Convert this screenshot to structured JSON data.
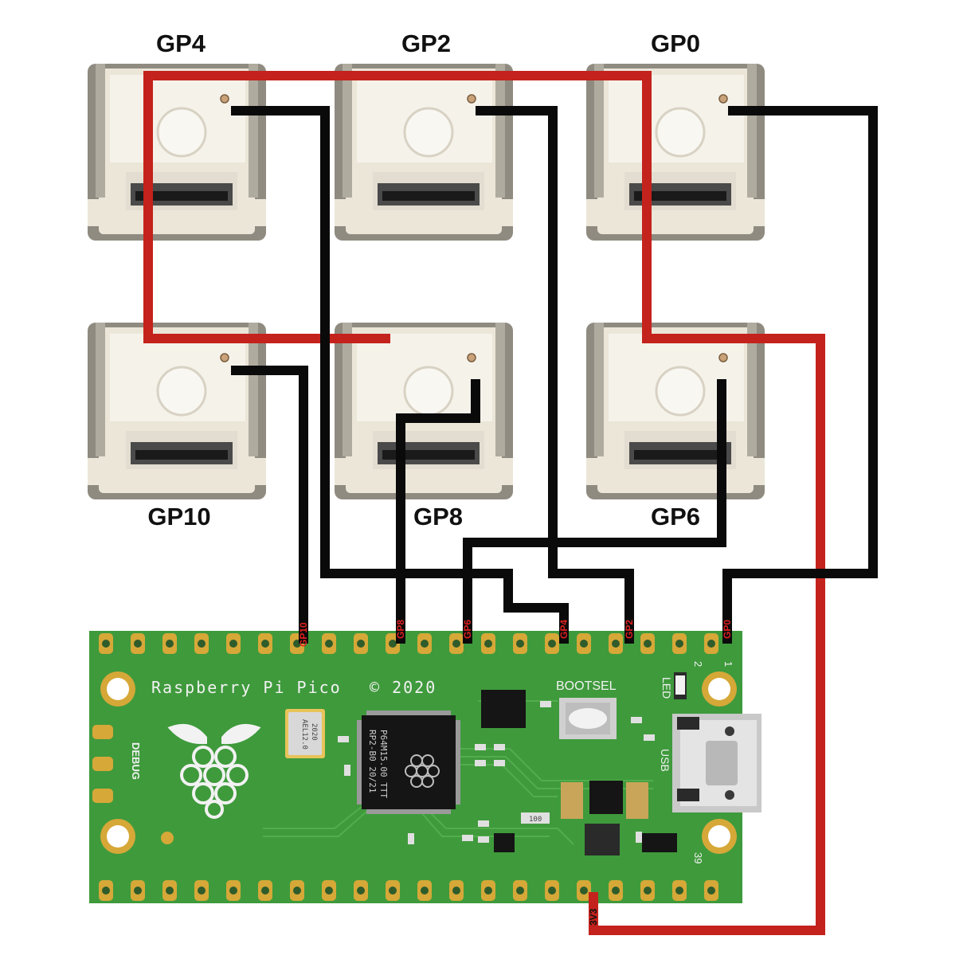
{
  "switches": {
    "top_row": [
      {
        "label": "GP4"
      },
      {
        "label": "GP2"
      },
      {
        "label": "GP0"
      }
    ],
    "bottom_row": [
      {
        "label": "GP10"
      },
      {
        "label": "GP8"
      },
      {
        "label": "GP6"
      }
    ]
  },
  "board": {
    "name": "Raspberry Pi Pico",
    "copyright": "© 2020",
    "bootsel": "BOOTSEL",
    "led": "LED",
    "usb": "USB",
    "debug": "DEBUG",
    "pin1": "1",
    "pin2": "2",
    "pin39": "39",
    "chip_line1": "RP2-B0  20/21",
    "chip_line2": "P64M15.00 TTT",
    "crystal_line1": "AEL12.0",
    "crystal_line2": "2020",
    "resistor_code": "100"
  },
  "pins": {
    "gp10": "GP10",
    "gp8": "GP8",
    "gp6": "GP6",
    "gp4": "GP4",
    "gp2": "GP2",
    "gp0": "GP0",
    "v3v3": "3V3"
  },
  "colors": {
    "power_wire": "#c4221c",
    "signal_wire": "#0a0a0a",
    "pcb": "#3f9a3c",
    "pad": "#d6a838",
    "switch_housing": "#ebe6d8"
  }
}
